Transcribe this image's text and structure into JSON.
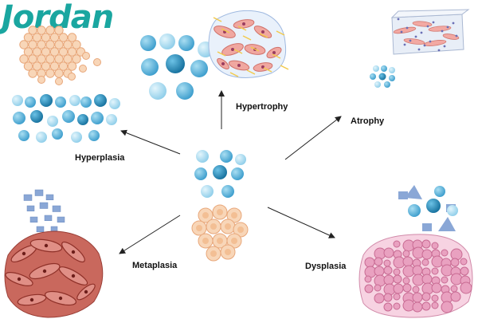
{
  "logo": {
    "text": "Jordan"
  },
  "labels": {
    "hyperplasia": "Hyperplasia",
    "hypertrophy": "Hypertrophy",
    "atrophy": "Atrophy",
    "metaplasia": "Metaplasia",
    "dysplasia": "Dysplasia"
  },
  "colors": {
    "blue_dark": "#1c86b8",
    "blue_mid": "#4fb0d8",
    "blue_light": "#9fd8ee",
    "peach": "#f6c9a4",
    "peach_edge": "#e8a77a",
    "pink": "#f0b1c9",
    "pink_edge": "#c86b93",
    "maroon": "#b5544c",
    "square_blue": "#8aa7d6",
    "logo_teal": "#1aa6a0"
  }
}
